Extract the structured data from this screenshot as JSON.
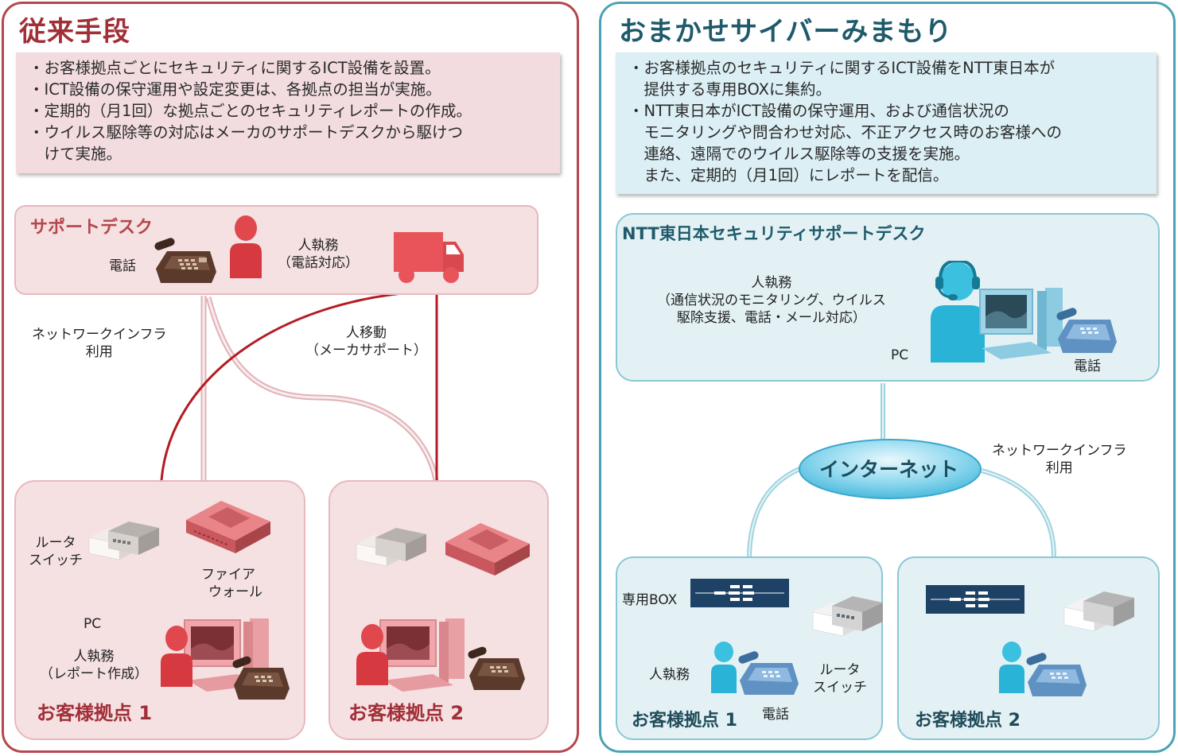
{
  "left": {
    "title": "従来手段",
    "description": [
      "・お客様拠点ごとにセキュリティに関するICT設備を設置。",
      "・ICT設備の保守運用や設定変更は、各拠点の担当が実施。",
      "・定期的（月1回）な拠点ごとのセキュリティレポートの作成。",
      "・ウイルス駆除等の対応はメーカのサポートデスクから駆けつ",
      "　けて実施。"
    ],
    "support_desk": {
      "title": "サポートデスク",
      "phone_label": "電話",
      "person_label_1": "人執務",
      "person_label_2": "（電話対応）"
    },
    "network_label_1": "ネットワークインフラ",
    "network_label_2": "利用",
    "move_label_1": "人移動",
    "move_label_2": "（メーカサポート）",
    "site1": {
      "title": "お客様拠点 1",
      "router_label_1": "ルータ",
      "router_label_2": "スイッチ",
      "firewall_label_1": "ファイア",
      "firewall_label_2": "ウォール",
      "pc_label": "PC",
      "person_label_1": "人執務",
      "person_label_2": "（レポート作成）"
    },
    "site2": {
      "title": "お客様拠点 2"
    }
  },
  "right": {
    "title": "おまかせサイバーみまもり",
    "description": [
      "・お客様拠点のセキュリティに関するICT設備をNTT東日本が",
      "　提供する専用BOXに集約。",
      "・NTT東日本がICT設備の保守運用、および通信状況の",
      "　モニタリングや問合わせ対応、不正アクセス時のお客様への",
      "　連絡、遠隔でのウイルス駆除等の支援を実施。",
      "　また、定期的（月1回）にレポートを配信。"
    ],
    "support_desk": {
      "title": "NTT東日本セキュリティサポートデスク",
      "person_label_1": "人執務",
      "person_label_2": "（通信状況のモニタリング、ウイルス",
      "person_label_3": "駆除支援、電話・メール対応）",
      "pc_label": "PC",
      "phone_label": "電話"
    },
    "internet_label": "インターネット",
    "network_label_1": "ネットワークインフラ",
    "network_label_2": "利用",
    "site1": {
      "title": "お客様拠点 1",
      "box_label": "専用BOX",
      "person_label": "人執務",
      "router_label_1": "ルータ",
      "router_label_2": "スイッチ",
      "phone_label": "電話"
    },
    "site2": {
      "title": "お客様拠点 2"
    }
  },
  "colors": {
    "left_accent": "#b5474d",
    "left_title": "#a12f37",
    "right_accent": "#4aa3b5",
    "right_title": "#1f5a6b",
    "person_red": "#d83a40",
    "person_cyan": "#29b3d6",
    "dedicated_box": "#1e4266"
  },
  "icons": [
    "desk-phone-icon",
    "person-icon",
    "truck-icon",
    "router-switch-icon",
    "firewall-icon",
    "pc-icon",
    "headset-person-icon",
    "dedicated-box-icon",
    "internet-cloud-icon"
  ]
}
